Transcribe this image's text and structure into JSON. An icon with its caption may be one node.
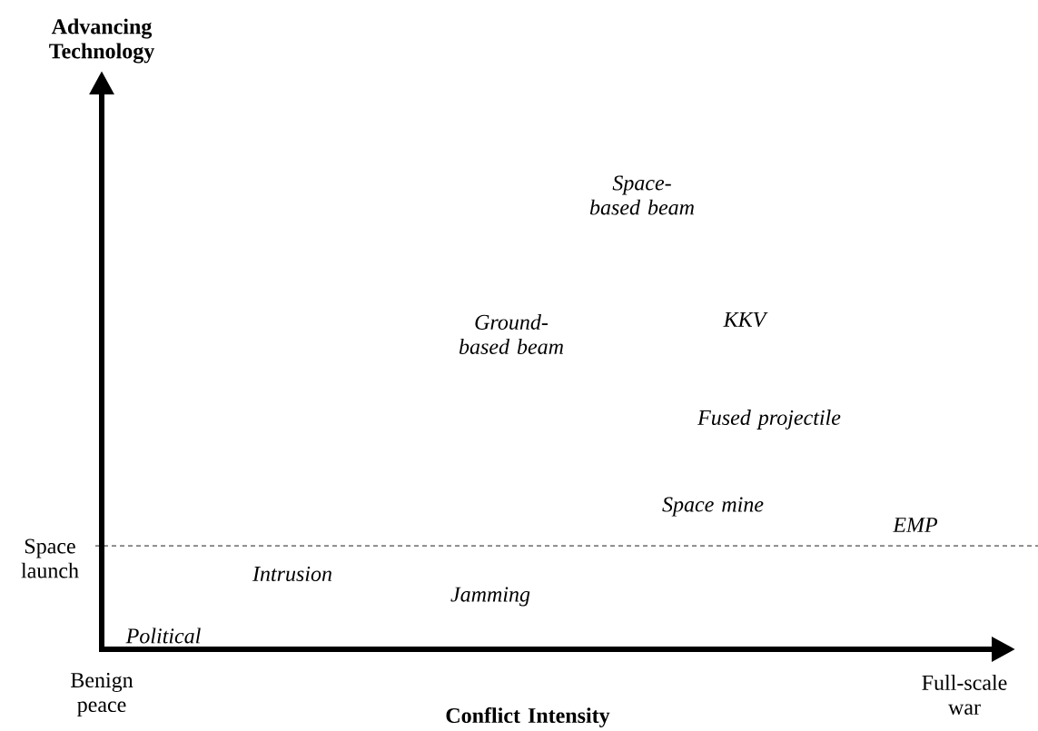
{
  "diagram": {
    "labels": [
      "Advancing Technology",
      "Space-based beam",
      "Ground-based beam",
      "KKV",
      "Fused projectile",
      "Space mine",
      "Space launch",
      "EMP",
      "Intrusion",
      "Jamming",
      "Political",
      "Benign peace",
      "Conflict Intensity",
      "Full-scale war"
    ]
  }
}
